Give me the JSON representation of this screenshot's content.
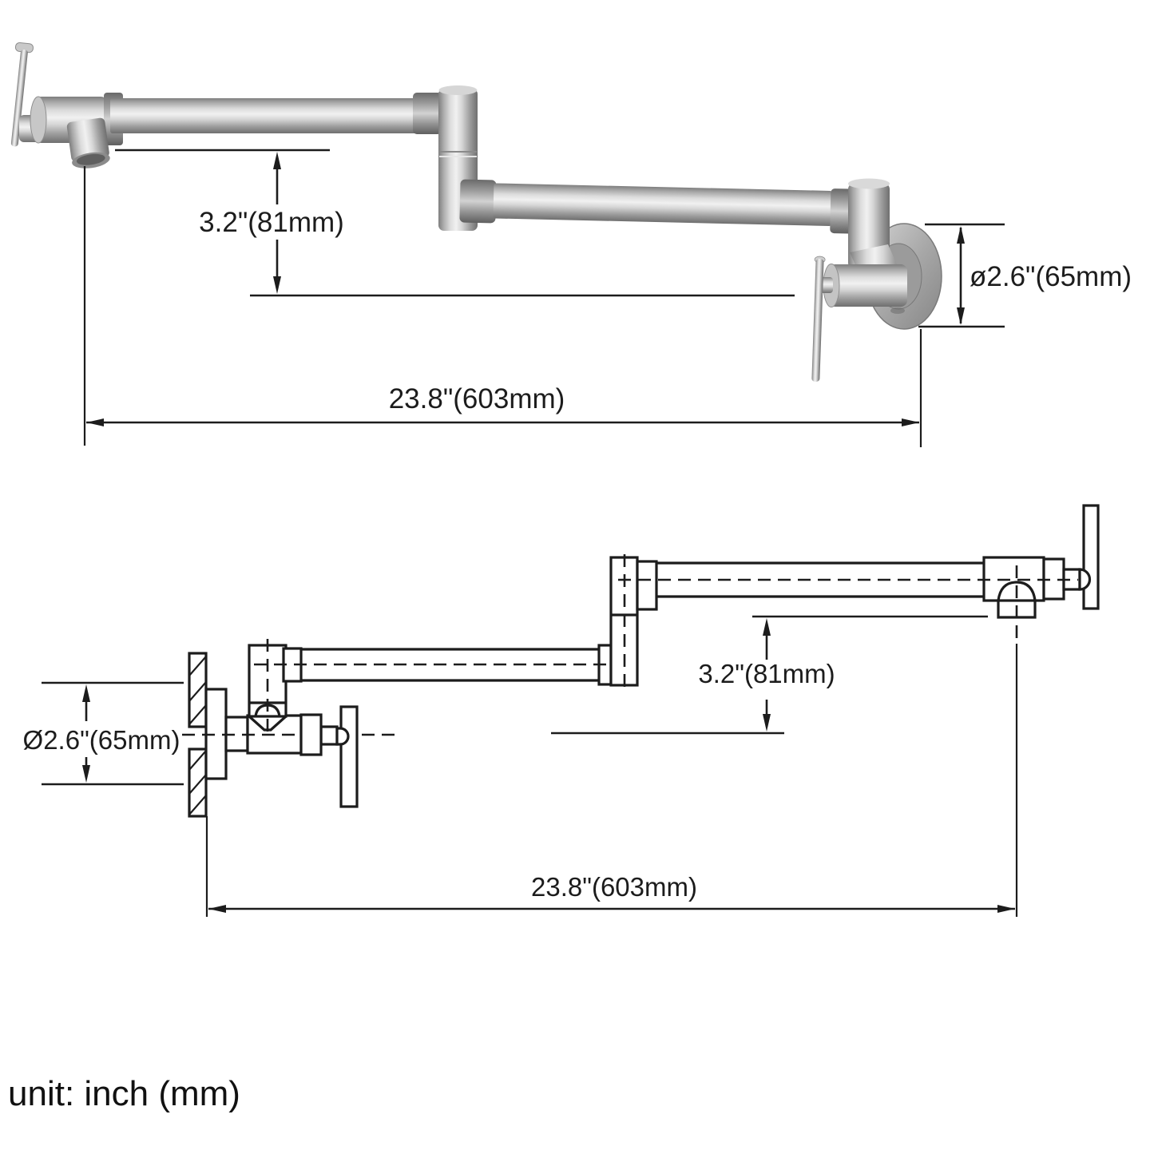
{
  "colors": {
    "line": "#1c1c1c",
    "background": "#ffffff",
    "metal_light": "#f1f1f1",
    "metal_mid": "#a8a8a8",
    "metal_dark": "#6f6f6f"
  },
  "top_view": {
    "description": "product-photo-pot-filler-faucet-unfolded",
    "dim_height": "3.2\"(81mm)",
    "dim_diameter": "ø2.6\"(65mm)",
    "dim_length": "23.8\"(603mm)"
  },
  "bottom_view": {
    "description": "technical-line-drawing-folded",
    "dim_height": "3.2\"(81mm)",
    "dim_diameter": "Ø2.6\"(65mm)",
    "dim_length": "23.8\"(603mm)"
  },
  "footer": {
    "unit_note": "unit: inch (mm)"
  }
}
